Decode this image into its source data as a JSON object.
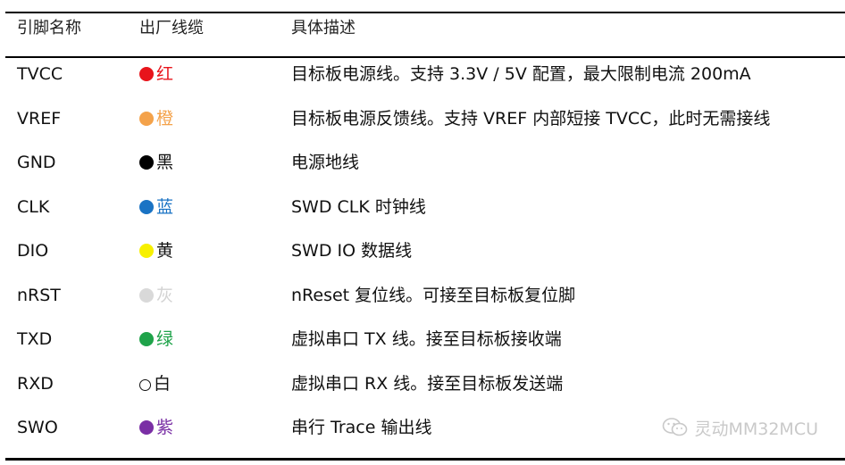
{
  "header": {
    "col1": "引脚名称",
    "col2": "出厂线缆",
    "col3": "具体描述"
  },
  "rows": [
    {
      "pin": "TVCC",
      "color_hex": "#e8141b",
      "color_name": "红",
      "name_color_hex": "#e8141b",
      "hollow": false,
      "description": "目标板电源线。支持 3.3V / 5V 配置，最大限制电流 200mA"
    },
    {
      "pin": "VREF",
      "color_hex": "#f4a24a",
      "color_name": "橙",
      "name_color_hex": "#f4a24a",
      "hollow": false,
      "description": "目标板电源反馈线。支持 VREF 内部短接 TVCC，此时无需接线"
    },
    {
      "pin": "GND",
      "color_hex": "#000000",
      "color_name": "黑",
      "name_color_hex": "#111111",
      "hollow": false,
      "description": "电源地线"
    },
    {
      "pin": "CLK",
      "color_hex": "#1a73c4",
      "color_name": "蓝",
      "name_color_hex": "#1a73c4",
      "hollow": false,
      "description": "SWD CLK 时钟线"
    },
    {
      "pin": "DIO",
      "color_hex": "#f7f000",
      "color_name": "黄",
      "name_color_hex": "#111111",
      "hollow": false,
      "description": "SWD IO 数据线"
    },
    {
      "pin": "nRST",
      "color_hex": "#d9d9d9",
      "color_name": "灰",
      "name_color_hex": "#d3d3d3",
      "hollow": false,
      "description": "nReset 复位线。可接至目标板复位脚"
    },
    {
      "pin": "TXD",
      "color_hex": "#1fa34a",
      "color_name": "绿",
      "name_color_hex": "#1fa34a",
      "hollow": false,
      "description": "虚拟串口 TX 线。接至目标板接收端"
    },
    {
      "pin": "RXD",
      "color_hex": "#ffffff",
      "color_name": "白",
      "name_color_hex": "#111111",
      "hollow": true,
      "description": "虚拟串口 RX 线。接至目标板发送端"
    },
    {
      "pin": "SWO",
      "color_hex": "#7a2fa5",
      "color_name": "紫",
      "name_color_hex": "#7a2fa5",
      "hollow": false,
      "description": "串行 Trace 输出线"
    }
  ],
  "watermark": {
    "text": "灵动MM32MCU",
    "icon": "wechat-icon"
  }
}
